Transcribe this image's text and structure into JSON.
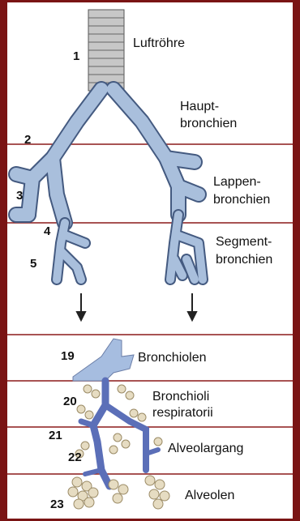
{
  "numbers": [
    "1",
    "2",
    "3",
    "4",
    "5",
    "19",
    "20",
    "21",
    "22",
    "23"
  ],
  "labels": {
    "trachea": "Luftröhre",
    "main_bronchi_1": "Haupt-",
    "main_bronchi_2": "bronchien",
    "lobar_bronchi_1": "Lappen-",
    "lobar_bronchi_2": "bronchien",
    "segmental_bronchi_1": "Segment-",
    "segmental_bronchi_2": "bronchien",
    "bronchioles": "Bronchiolen",
    "resp_bronchioles_1": "Bronchioli",
    "resp_bronchioles_2": "respiratorii",
    "alveolar_duct": "Alveolargang",
    "alveoli": "Alveolen"
  },
  "colors": {
    "frame": "#7a1414",
    "divider": "#8b1a1a",
    "bronchi": "#a9bfdc",
    "bronchi_outline": "#445a80",
    "bronchiole": "#5b6fb8",
    "alveoli": "#e6dcc2"
  }
}
